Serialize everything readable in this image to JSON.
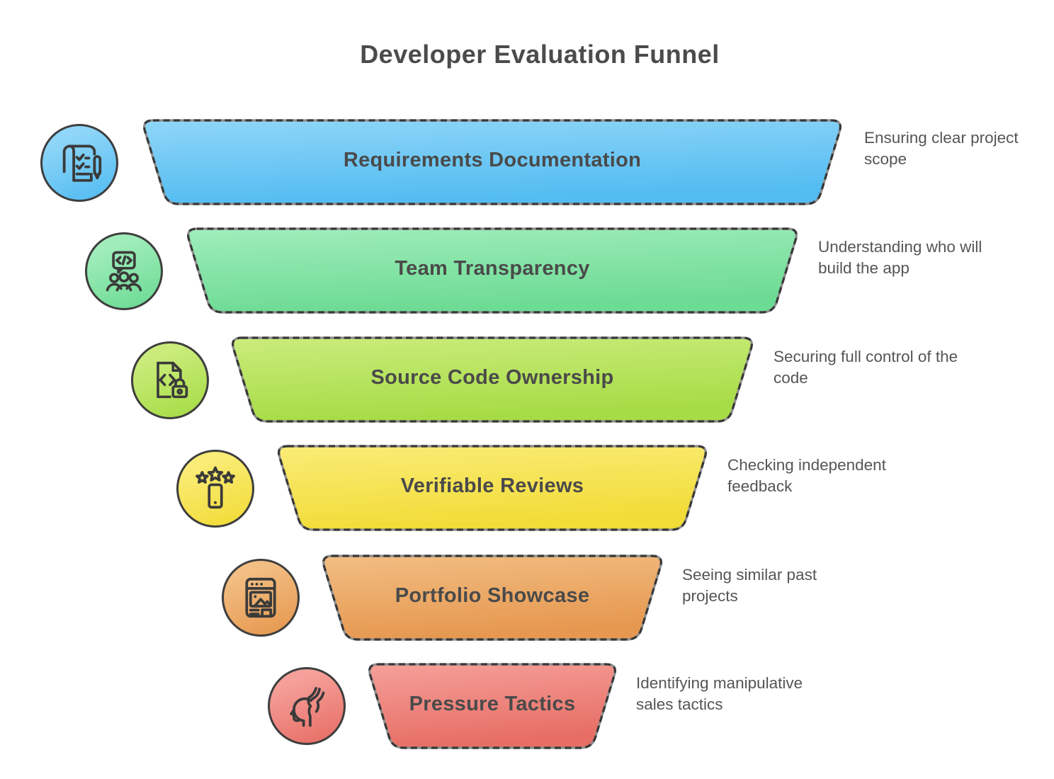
{
  "title": "Developer Evaluation Funnel",
  "funnel": {
    "stroke_color": "#383838",
    "items": [
      {
        "label": "Requirements Documentation",
        "description": "Ensuring clear project scope",
        "icon": "document-pen-icon",
        "color_top": "#8FD6F8",
        "color_bottom": "#53BCF1"
      },
      {
        "label": "Team Transparency",
        "description": "Understanding who will build the app",
        "icon": "team-code-icon",
        "color_top": "#A0EDBB",
        "color_bottom": "#6CDB94"
      },
      {
        "label": "Source Code Ownership",
        "description": "Securing full control of the code",
        "icon": "code-doc-lock-icon",
        "color_top": "#CBEC7C",
        "color_bottom": "#A6DC45"
      },
      {
        "label": "Verifiable Reviews",
        "description": "Checking independent feedback",
        "icon": "stars-phone-icon",
        "color_top": "#FAEC77",
        "color_bottom": "#F2DC37"
      },
      {
        "label": "Portfolio Showcase",
        "description": "Seeing similar past projects",
        "icon": "browser-image-icon",
        "color_top": "#F2BE83",
        "color_bottom": "#E69850"
      },
      {
        "label": "Pressure Tactics",
        "description": "Identifying manipulative sales tactics",
        "icon": "head-hand-icon",
        "color_top": "#F5A09A",
        "color_bottom": "#E76E65"
      }
    ]
  }
}
